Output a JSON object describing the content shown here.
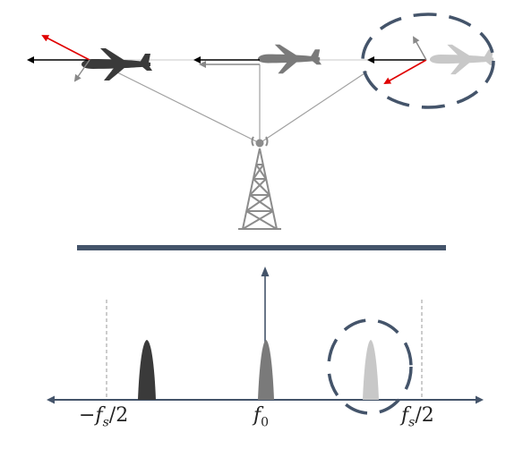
{
  "labels": {
    "neg_fs_half": {
      "prefix": "−",
      "f": "f",
      "sub": "s",
      "rest": "/2"
    },
    "f0": {
      "f": "f",
      "sub": "0"
    },
    "fs_half": {
      "f": "f",
      "sub": "s",
      "rest": "/2"
    }
  },
  "colors": {
    "dark_plane": "#3a3a3a",
    "mid_plane": "#7a7a7a",
    "light_plane": "#c8c8c8",
    "arrow_black": "#000000",
    "arrow_red": "#e00000",
    "arrow_grey": "#888888",
    "divider": "#44546a",
    "dashed_circle": "#44546a",
    "tower": "#8c8c8c"
  },
  "icons": {
    "aircraft": "airplane-icon",
    "tower": "radio-tower-icon"
  }
}
